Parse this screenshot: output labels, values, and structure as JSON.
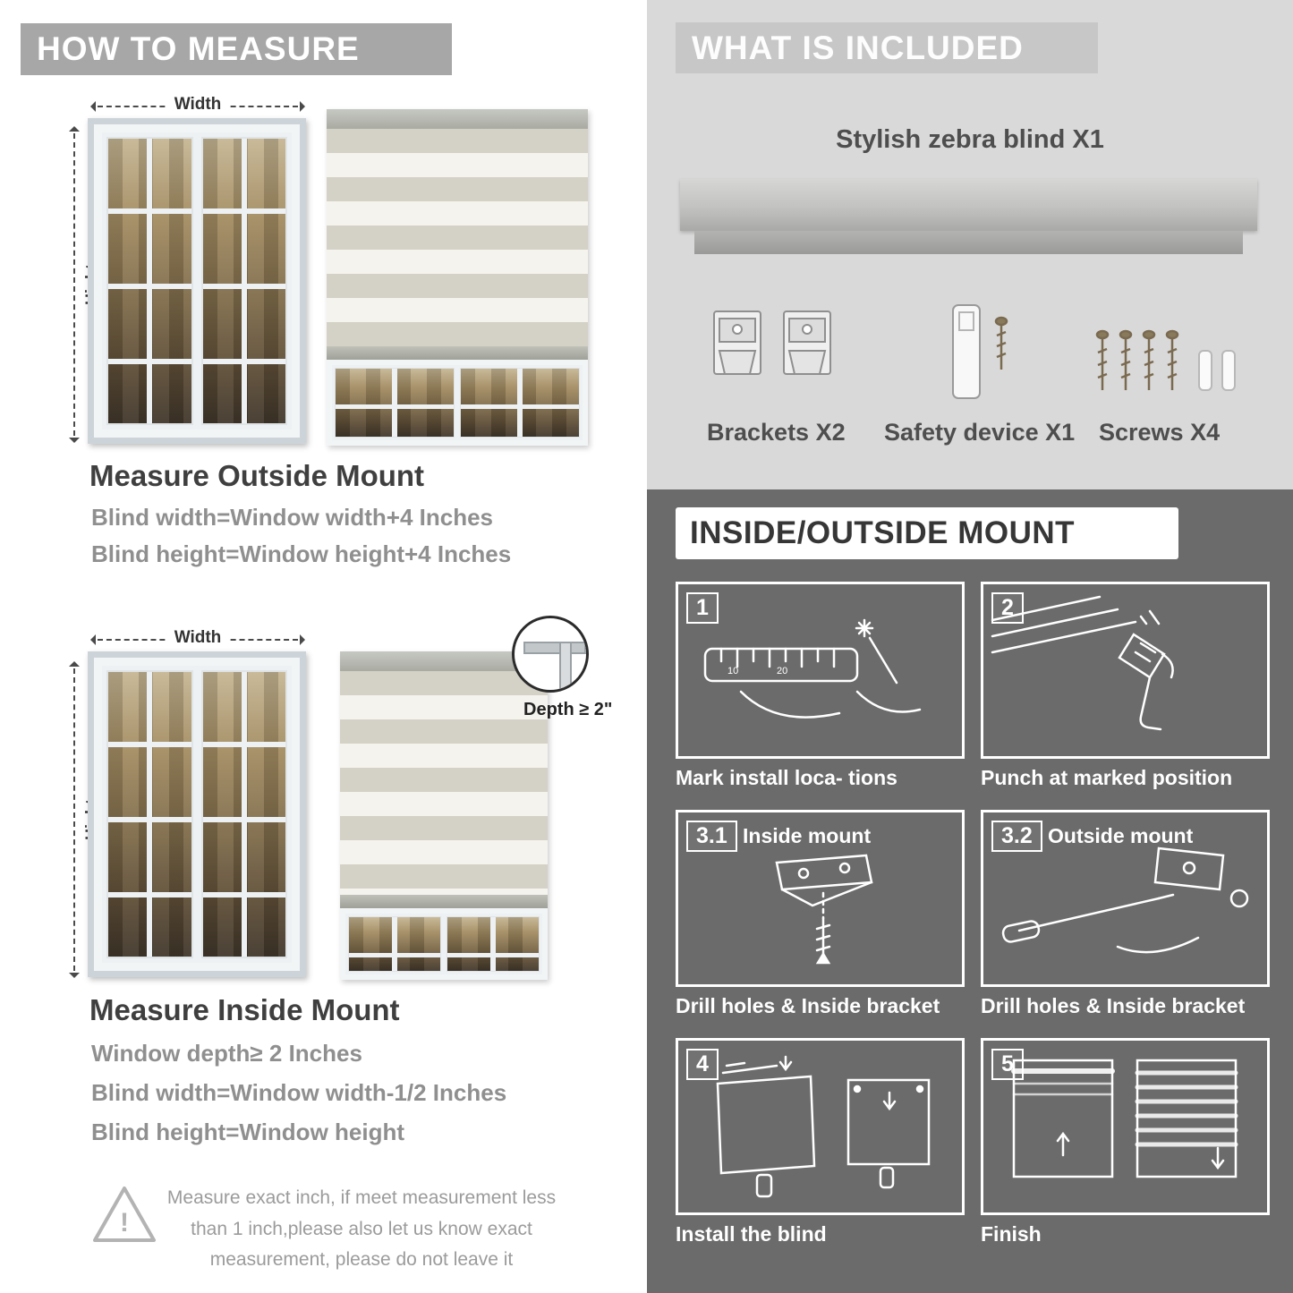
{
  "colors": {
    "left_header_bg": "#a7a7a7",
    "included_bg": "#d9d9d9",
    "included_header_bg": "#c7c7c7",
    "mount_bg": "#6b6b6b",
    "title_text": "#3f3f3f",
    "body_text": "#8f8f8f"
  },
  "left": {
    "header": "HOW TO MEASURE",
    "outside": {
      "width_label": "Width",
      "height_label": "Hight",
      "title": "Measure Outside Mount",
      "line1": "Blind width=Window width+4 Inches",
      "line2": "Blind height=Window height+4 Inches"
    },
    "inside": {
      "width_label": "Width",
      "height_label": "Hight",
      "depth_label": "Depth ≥ 2\"",
      "title": "Measure Inside Mount",
      "line1": "Window depth≥ 2 Inches",
      "line2": "Blind width=Window width-1/2 Inches",
      "line3": "Blind height=Window height"
    },
    "warning_mark": "!",
    "warning": "Measure exact inch, if meet measurement less than 1 inch,please also let us know exact measurement, please do not leave it"
  },
  "included": {
    "header": "WHAT IS INCLUDED",
    "product": "Stylish zebra blind X1",
    "items": [
      {
        "label": "Brackets X2"
      },
      {
        "label": "Safety device X1"
      },
      {
        "label": "Screws X4"
      }
    ]
  },
  "mount": {
    "header": "INSIDE/OUTSIDE MOUNT",
    "steps": [
      {
        "num": "1",
        "inline": "",
        "caption": "Mark install loca- tions"
      },
      {
        "num": "2",
        "inline": "",
        "caption": "Punch at  marked position"
      },
      {
        "num": "3.1",
        "inline": "Inside mount",
        "caption": "Drill holes &  Inside bracket"
      },
      {
        "num": "3.2",
        "inline": "Outside mount",
        "caption": "Drill holes &  Inside bracket"
      },
      {
        "num": "4",
        "inline": "",
        "caption": "Install the blind"
      },
      {
        "num": "5",
        "inline": "",
        "caption": "Finish"
      }
    ]
  }
}
